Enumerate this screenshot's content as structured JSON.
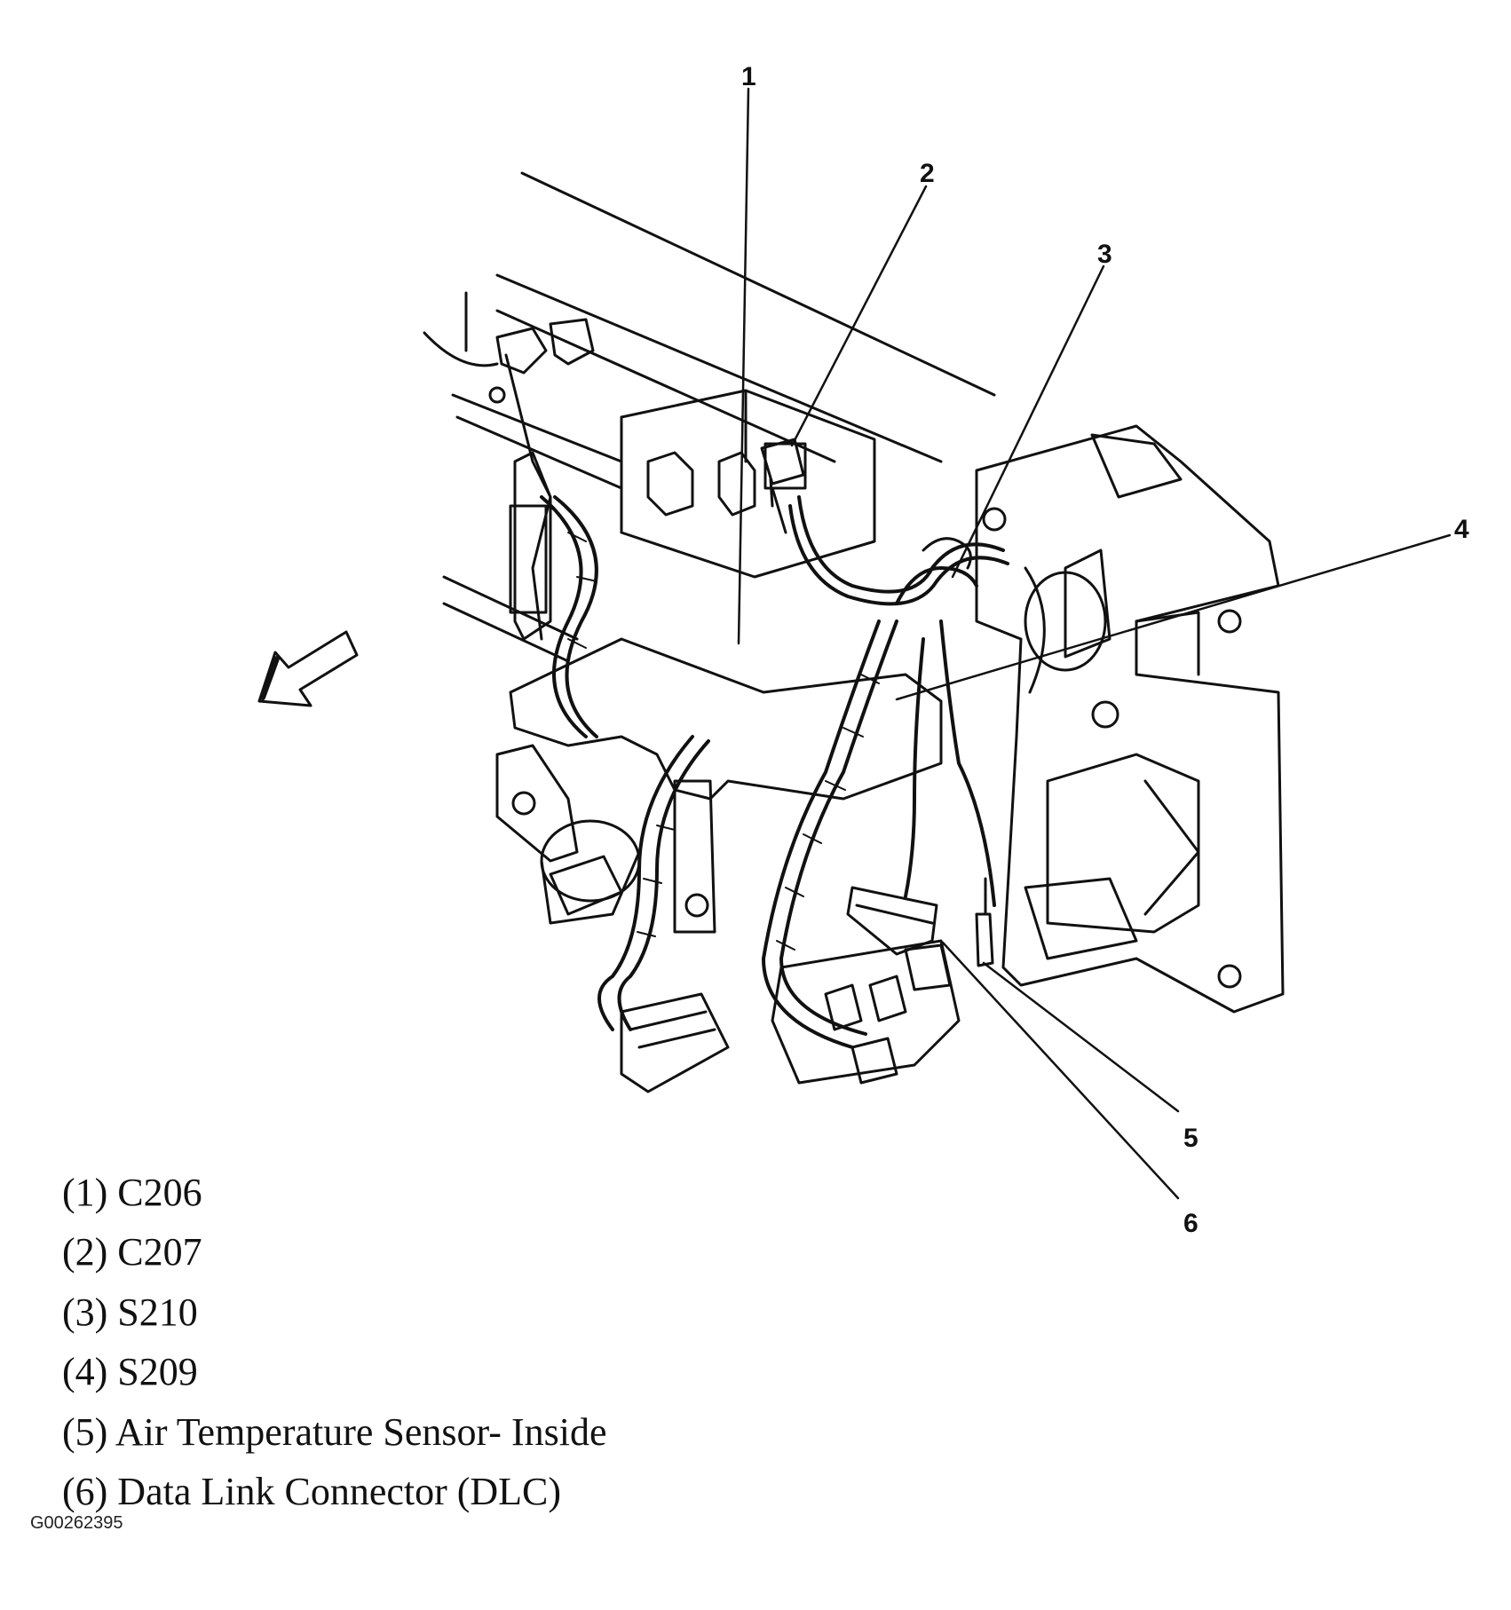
{
  "callouts": [
    {
      "number": "1",
      "label": "(1) C206"
    },
    {
      "number": "2",
      "label": "(2) C207"
    },
    {
      "number": "3",
      "label": "(3) S210"
    },
    {
      "number": "4",
      "label": "(4) S209"
    },
    {
      "number": "5",
      "label": "(5) Air Temperature Sensor- Inside"
    },
    {
      "number": "6",
      "label": "(6) Data Link Connector (DLC)"
    }
  ],
  "figure_id": "G00262395",
  "colors": {
    "ink": "#111111",
    "background": "#ffffff"
  },
  "icons": [
    "forward-direction-arrow-icon"
  ]
}
